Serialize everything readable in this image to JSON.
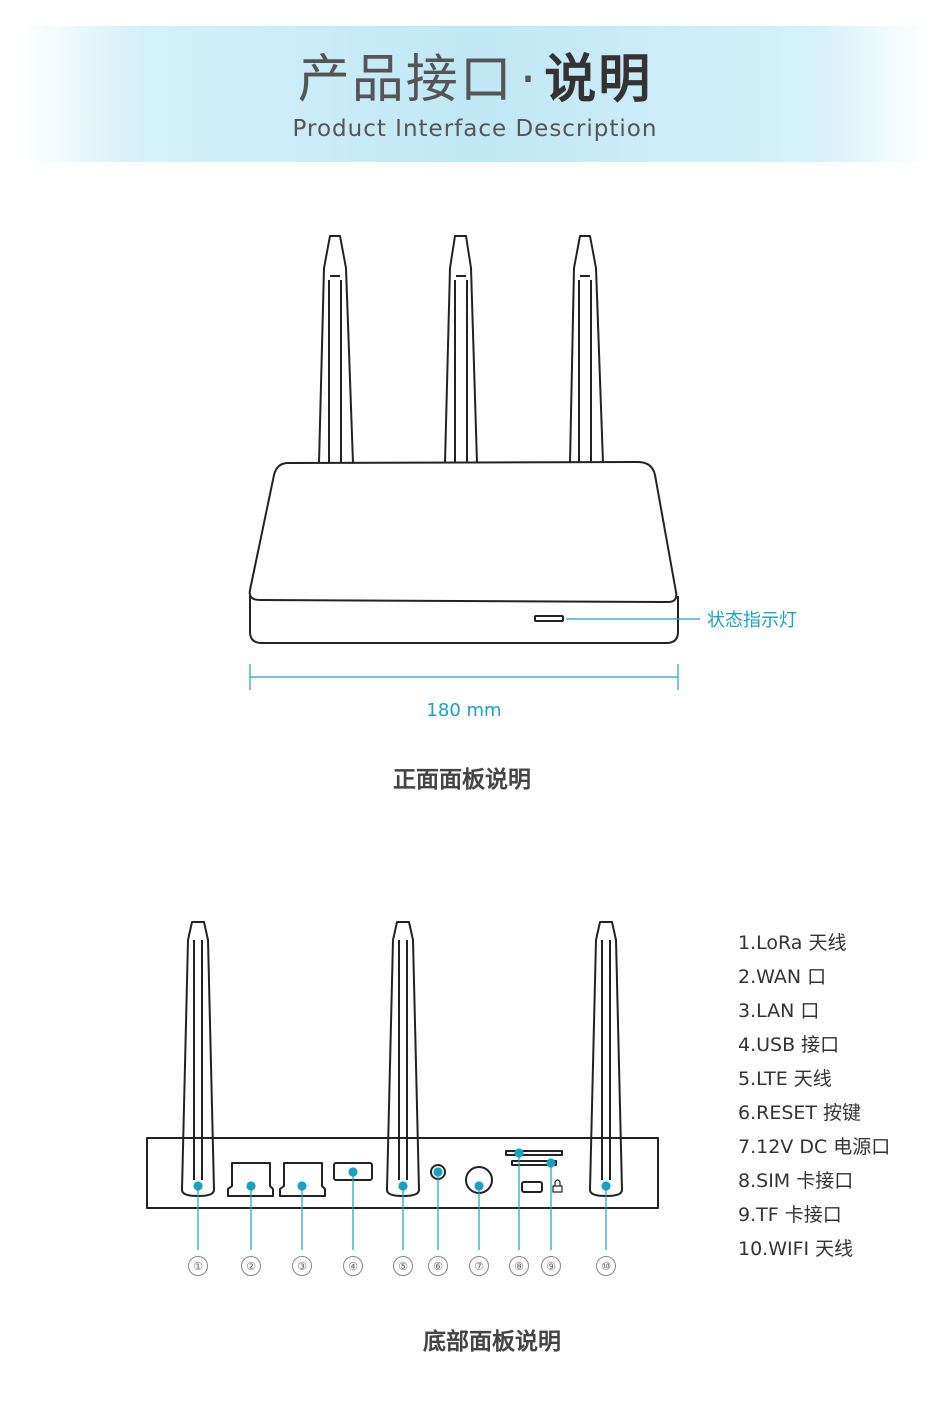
{
  "header": {
    "title_light": "产品接口",
    "title_dot": "·",
    "title_bold": "说明",
    "subtitle": "Product Interface Description"
  },
  "front_panel": {
    "led_label": "状态指示灯",
    "dimension_label": "180 mm",
    "caption": "正面面板说明"
  },
  "bottom_panel": {
    "caption": "底部面板说明",
    "port_numbers": [
      "①",
      "②",
      "③",
      "④",
      "⑤",
      "⑥",
      "⑦",
      "⑧",
      "⑨",
      "⑩"
    ],
    "legend": [
      "1.LoRa 天线",
      "2.WAN 口",
      "3.LAN 口",
      "4.USB 接口",
      "5.LTE 天线",
      "6.RESET 按键",
      "7.12V DC 电源口",
      "8.SIM 卡接口",
      "9.TF 卡接口",
      "10.WIFI 天线"
    ]
  },
  "colors": {
    "accent": "#1aa0c2",
    "line": "#222222",
    "banner": "#bfe8f4"
  }
}
